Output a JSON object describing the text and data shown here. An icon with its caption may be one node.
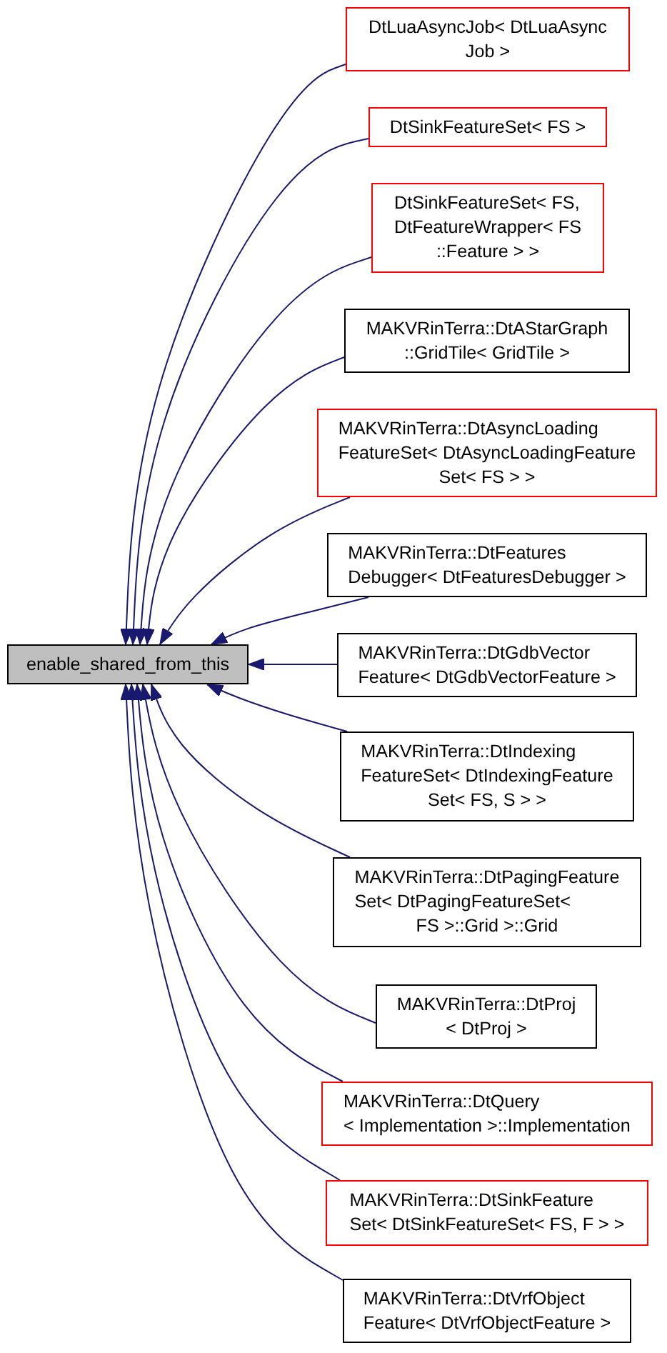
{
  "diagram": {
    "nodes": [
      {
        "text": [
          "enable_shared_from_this"
        ]
      },
      {
        "text": [
          "DtLuaAsyncJob< DtLuaAsync Job >"
        ]
      },
      {
        "text": [
          "DtSinkFeatureSet< FS >"
        ]
      },
      {
        "text": [
          "DtSinkFeatureSet< FS, DtFeatureWrapper< FS ::Feature > >"
        ]
      },
      {
        "text": [
          "MAKVRinTerra::DtAStarGraph ::GridTile< GridTile >"
        ]
      },
      {
        "text": [
          "MAKVRinTerra::DtAsyncLoading FeatureSet< DtAsyncLoadingFeature Set< FS > >"
        ]
      },
      {
        "text": [
          "MAKVRinTerra::DtFeatures Debugger< DtFeaturesDebugger >"
        ]
      },
      {
        "text": [
          "MAKVRinTerra::DtGdbVector Feature< DtGdbVectorFeature >"
        ]
      },
      {
        "text": [
          "MAKVRinTerra::DtIndexing FeatureSet< DtIndexingFeature Set< FS, S > >"
        ]
      },
      {
        "text": [
          "MAKVRinTerra::DtPagingFeature Set< DtPagingFeatureSet< FS >::Grid >::Grid"
        ]
      },
      {
        "text": [
          "MAKVRinTerra::DtProj < DtProj >"
        ]
      },
      {
        "text": [
          "MAKVRinTerra::DtQuery < Implementation >::Implementation"
        ]
      },
      {
        "text": [
          "MAKVRinTerra::DtSinkFeature Set< DtSinkFeatureSet< FS, F > >"
        ]
      },
      {
        "text": [
          "MAKVRinTerra::DtVrfObject Feature< DtVrfObjectFeature >"
        ]
      }
    ],
    "edges": [
      {
        "from": 1,
        "to": 0,
        "arrow": "to"
      },
      {
        "from": 2,
        "to": 0,
        "arrow": "to"
      },
      {
        "from": 3,
        "to": 0,
        "arrow": "to"
      },
      {
        "from": 4,
        "to": 0,
        "arrow": "to"
      },
      {
        "from": 5,
        "to": 0,
        "arrow": "to"
      },
      {
        "from": 6,
        "to": 0,
        "arrow": "to"
      },
      {
        "from": 7,
        "to": 0,
        "arrow": "to"
      },
      {
        "from": 8,
        "to": 0,
        "arrow": "to"
      },
      {
        "from": 9,
        "to": 0,
        "arrow": "to"
      },
      {
        "from": 10,
        "to": 0,
        "arrow": "to"
      },
      {
        "from": 11,
        "to": 0,
        "arrow": "to"
      },
      {
        "from": 12,
        "to": 0,
        "arrow": "to"
      },
      {
        "from": 13,
        "to": 0,
        "arrow": "to"
      }
    ]
  }
}
